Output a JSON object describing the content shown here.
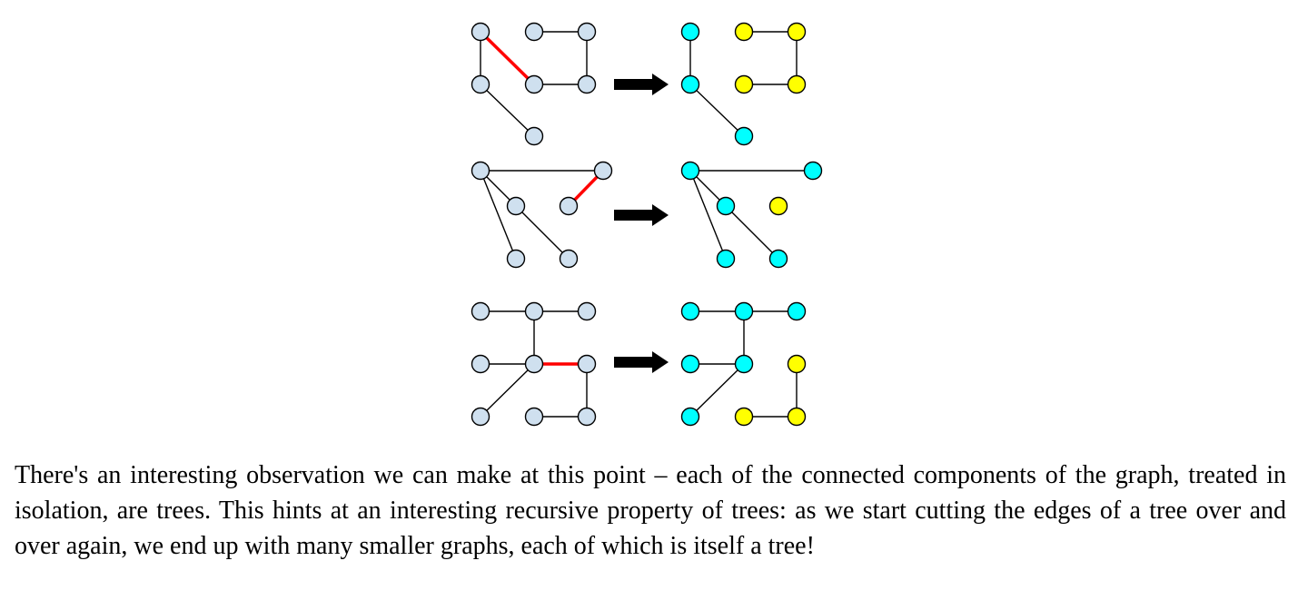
{
  "colors": {
    "node_default": "#cfe0ef",
    "component_a": "#00ffff",
    "component_b": "#ffff00",
    "cut_edge": "#ff0000",
    "edge": "#000000",
    "arrow": "#000000"
  },
  "diagram": {
    "examples": [
      {
        "before": {
          "nodes": [
            "a",
            "b",
            "c",
            "d",
            "e",
            "f",
            "g"
          ],
          "edges": [
            [
              "a",
              "d"
            ],
            [
              "a",
              "e"
            ],
            [
              "d",
              "g"
            ],
            [
              "b",
              "c"
            ],
            [
              "c",
              "f"
            ],
            [
              "e",
              "f"
            ]
          ],
          "cut": [
            "a",
            "e"
          ]
        },
        "after": {
          "component_a": [
            "a",
            "d",
            "g"
          ],
          "component_b": [
            "b",
            "c",
            "e",
            "f"
          ]
        }
      },
      {
        "before": {
          "nodes": [
            "a",
            "b",
            "c",
            "d",
            "e",
            "f"
          ],
          "edges": [
            [
              "a",
              "b"
            ],
            [
              "a",
              "c"
            ],
            [
              "a",
              "e"
            ],
            [
              "c",
              "f"
            ],
            [
              "b",
              "d"
            ]
          ],
          "cut": [
            "b",
            "d"
          ]
        },
        "after": {
          "component_a": [
            "a",
            "b",
            "c",
            "e",
            "f"
          ],
          "component_b": [
            "d"
          ]
        }
      },
      {
        "before": {
          "nodes": [
            "a",
            "b",
            "c",
            "d",
            "e",
            "f",
            "g",
            "h",
            "i"
          ],
          "edges": [
            [
              "a",
              "b"
            ],
            [
              "b",
              "c"
            ],
            [
              "b",
              "e"
            ],
            [
              "d",
              "e"
            ],
            [
              "e",
              "f"
            ],
            [
              "e",
              "g"
            ],
            [
              "f",
              "i"
            ],
            [
              "h",
              "i"
            ]
          ],
          "cut": [
            "e",
            "f"
          ]
        },
        "after": {
          "component_a": [
            "a",
            "b",
            "c",
            "d",
            "e",
            "g"
          ],
          "component_b": [
            "f",
            "h",
            "i"
          ]
        }
      }
    ]
  },
  "text": {
    "paragraph": "There's an interesting observation we can make at this point – each of the connected components of the graph, treated in isolation, are trees.  This hints at an interesting recursive property of trees: as we start cutting the edges of a tree over and over again, we end up with many smaller graphs, each of which is itself a tree!"
  }
}
